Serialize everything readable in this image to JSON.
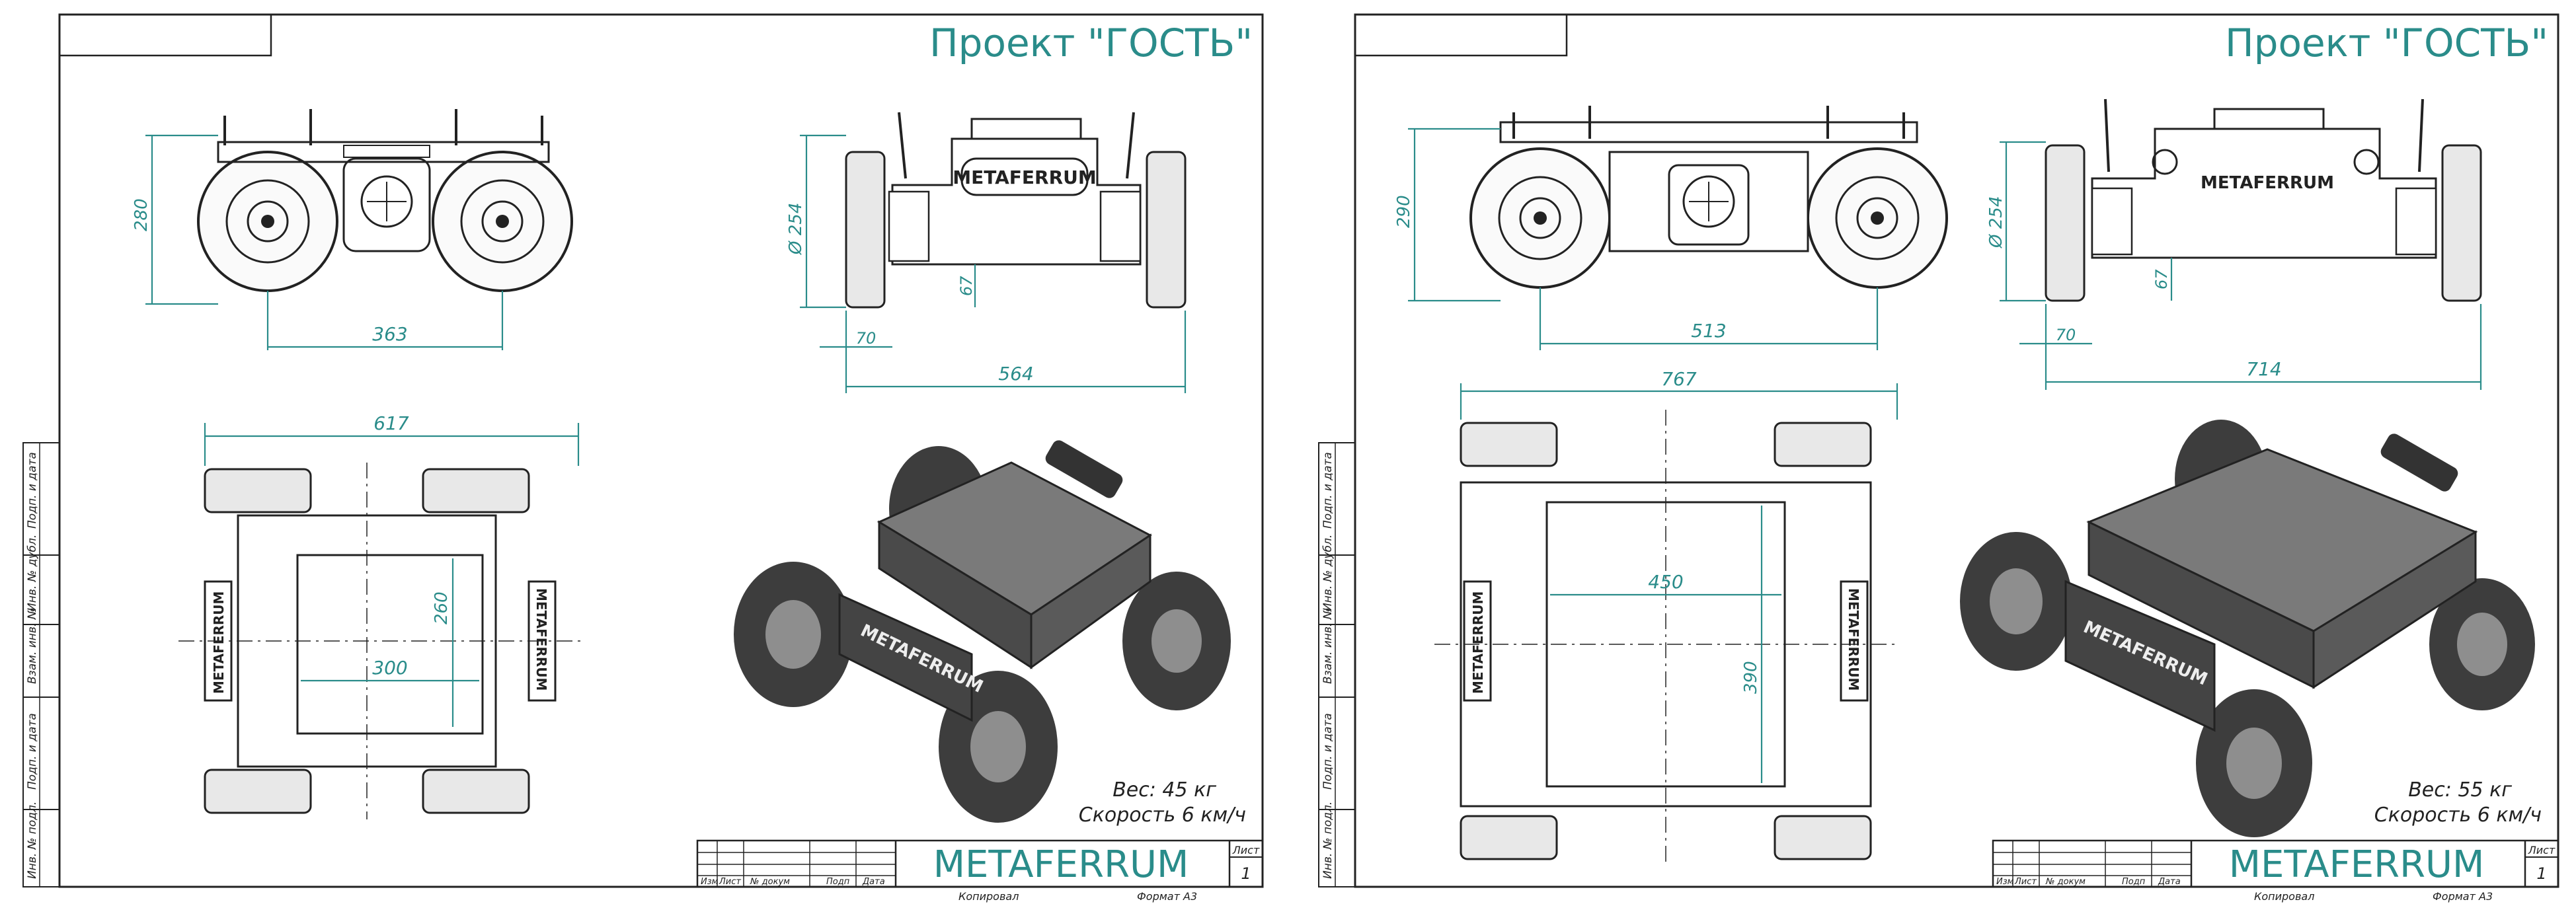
{
  "colors": {
    "accent": "#2a8c8a",
    "ink": "#222222",
    "body_dark": "#4a4a4a",
    "plate": "#8e8e8e"
  },
  "sheets": [
    {
      "title": "Проект \"ГОСТЬ\"",
      "brand": "METAFERRUM",
      "side_brand": "METAFERRUM",
      "dims": {
        "height": "280",
        "wheelbase": "363",
        "diam": "Ø 254",
        "clearance": "67",
        "track": "70",
        "width": "564",
        "length": "617",
        "plate_w": "260",
        "plate_l": "300"
      },
      "weight": "Вес: 45 кг",
      "speed": "Скорость 6 км/ч",
      "stamp_logo": "METAFERRUM",
      "stamp_list": "Лист",
      "stamp_num": "1",
      "stamp_cols": [
        "Изм",
        "Лист",
        "№ докум",
        "Подп",
        "Дата"
      ],
      "copied": "Копировал",
      "format": "Формат    А3"
    },
    {
      "title": "Проект \"ГОСТЬ\"",
      "brand": "METAFERRUM",
      "side_brand": "METAFERRUM",
      "dims": {
        "height": "290",
        "wheelbase": "513",
        "diam": "Ø 254",
        "clearance": "67",
        "track": "70",
        "width": "714",
        "length": "767",
        "plate_w": "450",
        "plate_l": "390"
      },
      "weight": "Вес: 55 кг",
      "speed": "Скорость 6 км/ч",
      "stamp_logo": "METAFERRUM",
      "stamp_list": "Лист",
      "stamp_num": "1",
      "stamp_cols": [
        "Изм",
        "Лист",
        "№ докум",
        "Подп",
        "Дата"
      ],
      "copied": "Копировал",
      "format": "Формат    А3"
    }
  ],
  "side_labels": [
    "Подп. и дата",
    "Инв. № дубл.",
    "Взам. инв. №",
    "Подп. и дата",
    "Инв. № подл."
  ]
}
